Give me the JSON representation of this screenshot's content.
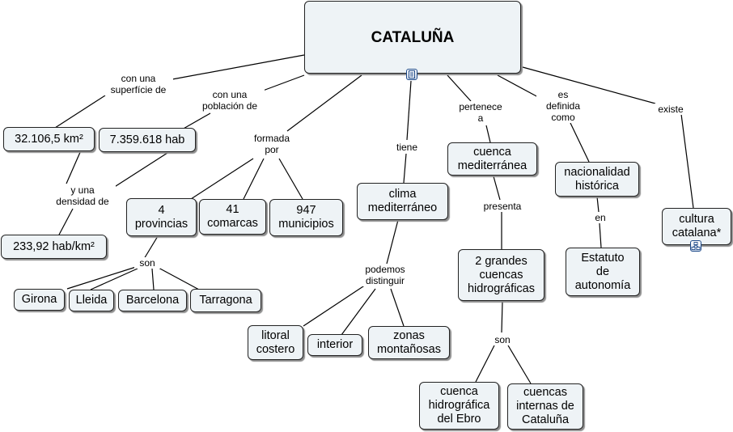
{
  "root": {
    "title": "CATALUÑA"
  },
  "concepts": {
    "area": "32.106,5 km²",
    "population": "7.359.618 hab",
    "density": "233,92 hab/km²",
    "provinces": "4\nprovincias",
    "comarcas": "41\ncomarcas",
    "municipalities": "947\nmunicipios",
    "girona": "Girona",
    "lleida": "Lleida",
    "barcelona": "Barcelona",
    "tarragona": "Tarragona",
    "climate": "clima\nmediterráneo",
    "coastal": "litoral\ncostero",
    "interior": "interior",
    "mountain": "zonas\nmontañosas",
    "basin": "cuenca\nmediterránea",
    "two_basins": "2 grandes\ncuencas\nhidrográficas",
    "ebro": "cuenca\nhidrográfica\ndel Ebro",
    "internal": "cuencas\ninternas de\nCataluña",
    "nationality": "nacionalidad\nhistórica",
    "statute": "Estatuto\nde\nautonomía",
    "culture": "cultura\ncatalana*"
  },
  "links": {
    "superficie": "con una\nsuperfície de",
    "poblacion": "con una\npoblación de",
    "densidad": "y una\ndensidad de",
    "formada": "formada\npor",
    "son_provincias": "son",
    "tiene": "tiene",
    "podemos": "podemos\ndistinguir",
    "pertenece": "pertenece\na",
    "presenta": "presenta",
    "son_cuencas": "son",
    "definida": "es\ndefinida\ncomo",
    "en": "en",
    "existe": "existe"
  },
  "icons": {
    "root_resource": "document-icon",
    "culture_resource": "concept-map-icon"
  }
}
